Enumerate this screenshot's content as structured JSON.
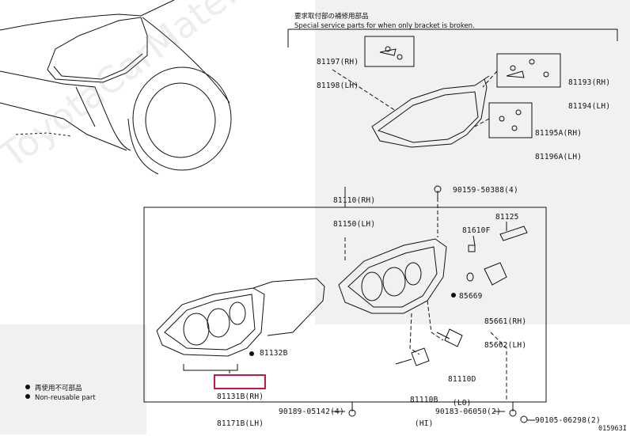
{
  "header": {
    "jp_note": "要求取付部の補修用部品",
    "en_note": "Special service parts for when only bracket is broken."
  },
  "watermark": "ToyotaCarMate.ru",
  "labels": {
    "bracket_upper_left": [
      "81197(RH)",
      "81198(LH)"
    ],
    "bracket_upper_right": [
      "81193(RH)",
      "81194(LH)"
    ],
    "bracket_lower_right": [
      "81195A(RH)",
      "81196A(LH)"
    ],
    "headlamp_assy": [
      "81110(RH)",
      "81150(LH)"
    ],
    "screw_top": "90159-50388(4)",
    "part_81125": "81125",
    "part_81610F": "81610F",
    "part_85669": "85669",
    "part_85661": [
      "85661(RH)",
      "85662(LH)"
    ],
    "part_81132B": "81132B",
    "lens_unit": [
      "81131B(RH)",
      "81171B(LH)"
    ],
    "bulb_lo": [
      "81110D",
      "(LO)"
    ],
    "bulb_hi": [
      "81110B",
      "(HI)"
    ],
    "bolt_left": "90189-05142(4)",
    "bolt_mid": "90183-06050(2)",
    "bolt_right": "90105-06298(2)"
  },
  "legend": {
    "reuse_jp": "再使用不可部品",
    "reuse_en": "Non-reusable part"
  },
  "diagram_code": "015963I",
  "colors": {
    "highlight": "#c8163c",
    "panel": "#f1f1f1"
  }
}
